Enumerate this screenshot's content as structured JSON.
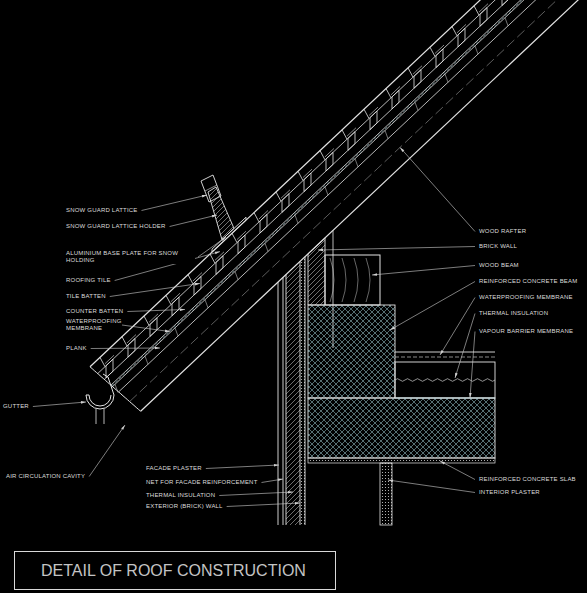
{
  "diagram": {
    "nodes": [
      {
        "text": [
          "DETAIL OF ROOF CONSTRUCTION"
        ]
      }
    ],
    "labels": [
      "SNOW GUARD LATTICE",
      "SNOW GUARD LATTICE HOLDER",
      "ALUMINIUM BASE PLATE FOR SNOW HOLDING",
      "ROOFING TILE",
      "TILE BATTEN",
      "COUNTER BATTEN",
      "WATERPROOFING MEMBRANE",
      "PLANK",
      "GUTTER",
      "AIR CIRCULATION CAVITY",
      "FACADE PLASTER",
      "NET FOR FACADE REINFORCEMENT",
      "THERMAL INSULATION",
      "EXTERIOR (BRICK) WALL",
      "WOOD RAFTER",
      "BRICK WALL",
      "WOOD BEAM",
      "REINFORCED CONCRETE BEAM",
      "WATERPROOFING MEMBRANE",
      "THERMAL INSULATION",
      "VAPOUR BARRIER MEMBRANE",
      "REINFORCED CONCRETE SLAB",
      "INTERIOR PLASTER"
    ]
  }
}
